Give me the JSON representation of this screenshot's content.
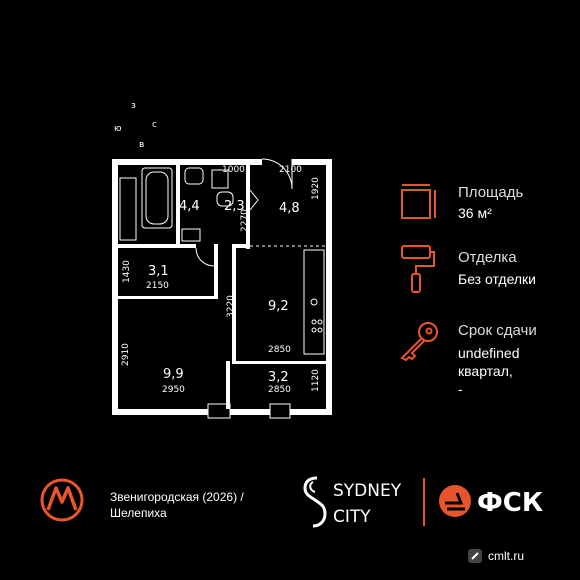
{
  "compass": {
    "n": "з",
    "w": "ю",
    "e": "с",
    "s": "в"
  },
  "rooms": {
    "bath": "4,4",
    "wc": "2,3",
    "closet": "4,8",
    "hall": "3,1",
    "kitchen": "9,2",
    "bedroom": "9,9",
    "balcony": "3,2"
  },
  "dims": {
    "d1000": "1000",
    "d2100": "2100",
    "d1920": "1920",
    "d2270": "2270",
    "d1430": "1430",
    "d2150": "2150",
    "d3220": "3220",
    "d2850a": "2850",
    "d2910": "2910",
    "d2950": "2950",
    "d2850b": "2850",
    "d1120": "1120"
  },
  "info": {
    "area_label": "Площадь",
    "area_value": "36 м²",
    "finish_label": "Отделка",
    "finish_value": "Без отделки",
    "deadline_label": "Срок сдачи",
    "deadline_value1": "undefined",
    "deadline_value2": "квартал,",
    "deadline_value3": "-"
  },
  "metro": {
    "line1": "Звенигородская (2026) /",
    "line2": "Шелепиха"
  },
  "brand": {
    "sydney_line1": "SYDNEY",
    "sydney_line2": "CITY",
    "fsk": "ФСК"
  },
  "watermark": "cmlt.ru",
  "colors": {
    "accent": "#e8552a",
    "wall": "#ffffff",
    "bg": "#000000"
  }
}
